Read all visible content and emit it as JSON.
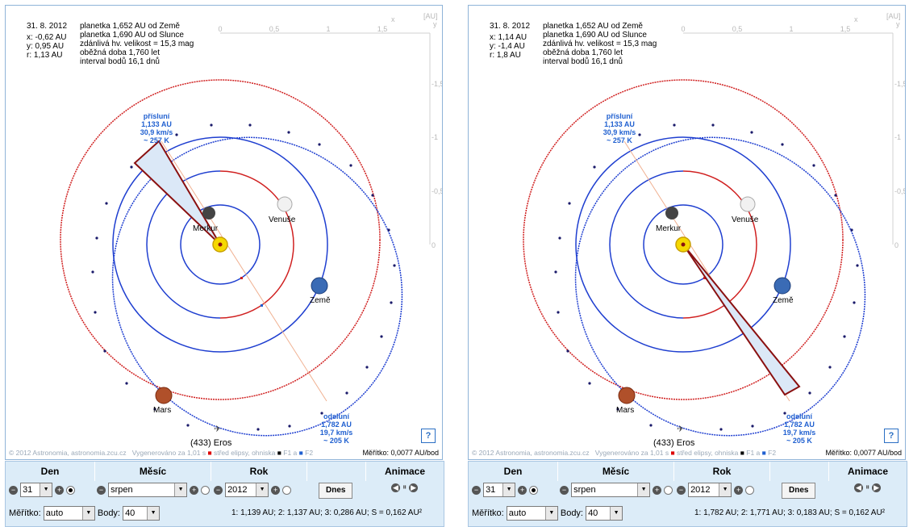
{
  "panels": [
    {
      "id": "left",
      "info_left": [
        "31. 8. 2012",
        "x: -0,62 AU",
        "y: 0,95 AU",
        "r: 1,13 AU"
      ],
      "info_right": [
        "planetka 1,652 AU od Země",
        "planetka 1,690 AU od Slunce",
        "zdánlivá hv. velikost = 15,3 mag",
        "oběžná doba 1,760 let",
        "interval bodů 16,1 dnů"
      ],
      "perihelion": [
        "přísluní",
        "1,133 AU",
        "30,9 km/s",
        "~ 257 K"
      ],
      "aphelion": [
        "odsluní",
        "1,782 AU",
        "19,7 km/s",
        "~ 205 K"
      ],
      "status_line": "1: 1,139 AU; 2: 1,137 AU; 3: 0,286 AU; S = 0,162 AU²"
    },
    {
      "id": "right",
      "info_left": [
        "31. 8. 2012",
        "x: 1,14 AU",
        "y: -1,4 AU",
        "r: 1,8 AU"
      ],
      "info_right": [
        "planetka 1,652 AU od Země",
        "planetka 1,690 AU od Slunce",
        "zdánlivá hv. velikost = 15,3 mag",
        "oběžná doba 1,760 let",
        "interval bodů 16,1 dnů"
      ],
      "perihelion": [
        "přísluní",
        "1,133 AU",
        "30,9 km/s",
        "~ 257 K"
      ],
      "aphelion": [
        "odsluní",
        "1,782 AU",
        "19,7 km/s",
        "~ 205 K"
      ],
      "status_line": "1: 1,782 AU; 2: 1,771 AU; 3: 0,183 AU; S = 0,162 AU²"
    }
  ],
  "axis": {
    "x_ticks": [
      "0",
      "0,5",
      "1",
      "1,5"
    ],
    "y_ticks": [
      "-1,5",
      "-1",
      "-0,5",
      "0"
    ],
    "x_label": "x",
    "unit": "[AU]",
    "y_label": "y"
  },
  "bodies": {
    "mercury": "Merkur",
    "venus": "Venuše",
    "earth": "Země",
    "mars": "Mars",
    "asteroid": "(433) Eros"
  },
  "footer": {
    "copyright": "© 2012 Astronomia, astronomia.zcu.cz",
    "generated": "Vygenerováno za 1,01 s",
    "legend_center": "střed elipsy, ohniska",
    "legend_f1": "F1 a",
    "legend_f2": "F2",
    "scale": "Měřítko: 0,0077 AU/bod",
    "help": "?"
  },
  "controls": {
    "day_header": "Den",
    "month_header": "Měsíc",
    "year_header": "Rok",
    "anim_header": "Animace",
    "day_value": "31",
    "month_value": "srpen",
    "year_value": "2012",
    "today_button": "Dnes",
    "scale_label": "Měřítko:",
    "scale_value": "auto",
    "bodies_label": "Body:",
    "bodies_value": "40"
  },
  "colors": {
    "earth_orbit": "#1f3fd0",
    "asteroid_orbit": "#d02020",
    "sector_fill": "#dbe8f7",
    "sector_stroke": "#8a1010",
    "sun": "#f5d800"
  }
}
